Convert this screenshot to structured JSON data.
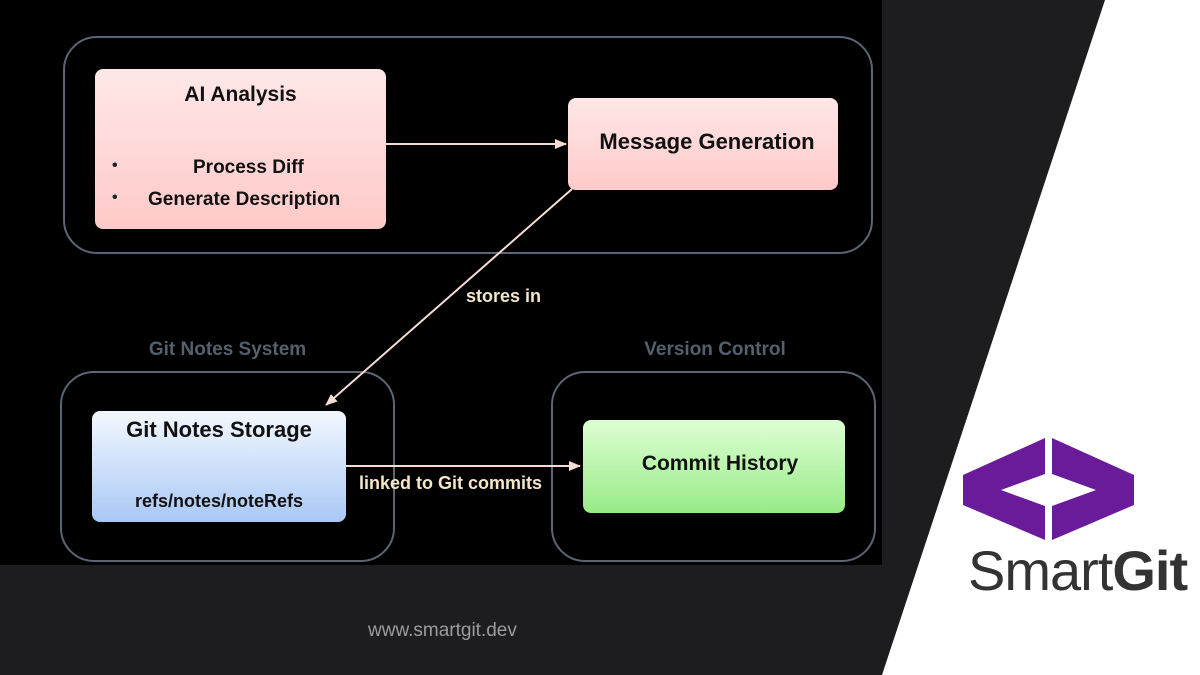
{
  "diagram": {
    "groups": [
      {
        "id": "ai",
        "label": ""
      },
      {
        "id": "notes",
        "label": "Git Notes System"
      },
      {
        "id": "vc",
        "label": "Version Control"
      }
    ],
    "nodes": {
      "ai_analysis": {
        "title": "AI Analysis",
        "bullets": [
          "Process Diff",
          "Generate Description"
        ]
      },
      "message_generation": {
        "title": "Message Generation"
      },
      "git_notes_storage": {
        "title": "Git Notes Storage",
        "subtitle": "refs/notes/noteRefs"
      },
      "commit_history": {
        "title": "Commit History"
      }
    },
    "edges": [
      {
        "from": "AI Analysis",
        "to": "Message Generation",
        "label": ""
      },
      {
        "from": "Message Generation",
        "to": "Git Notes Storage",
        "label": "stores in"
      },
      {
        "from": "Git Notes Storage",
        "to": "Commit History",
        "label": "linked to Git commits"
      }
    ]
  },
  "footer": {
    "url": "www.smartgit.dev"
  },
  "brand": {
    "name_prefix": "Smart",
    "name_suffix": "Git",
    "logo_icon": "angle-brackets-logo",
    "logo_color": "#6a1b9a",
    "text_color": "#333333"
  },
  "colors": {
    "panel_bg": "#000000",
    "page_bg": "#1d1d1f",
    "group_border": "#5b6573",
    "arrow": "#f6dcd6",
    "edge_label": "#f4e6c8"
  }
}
